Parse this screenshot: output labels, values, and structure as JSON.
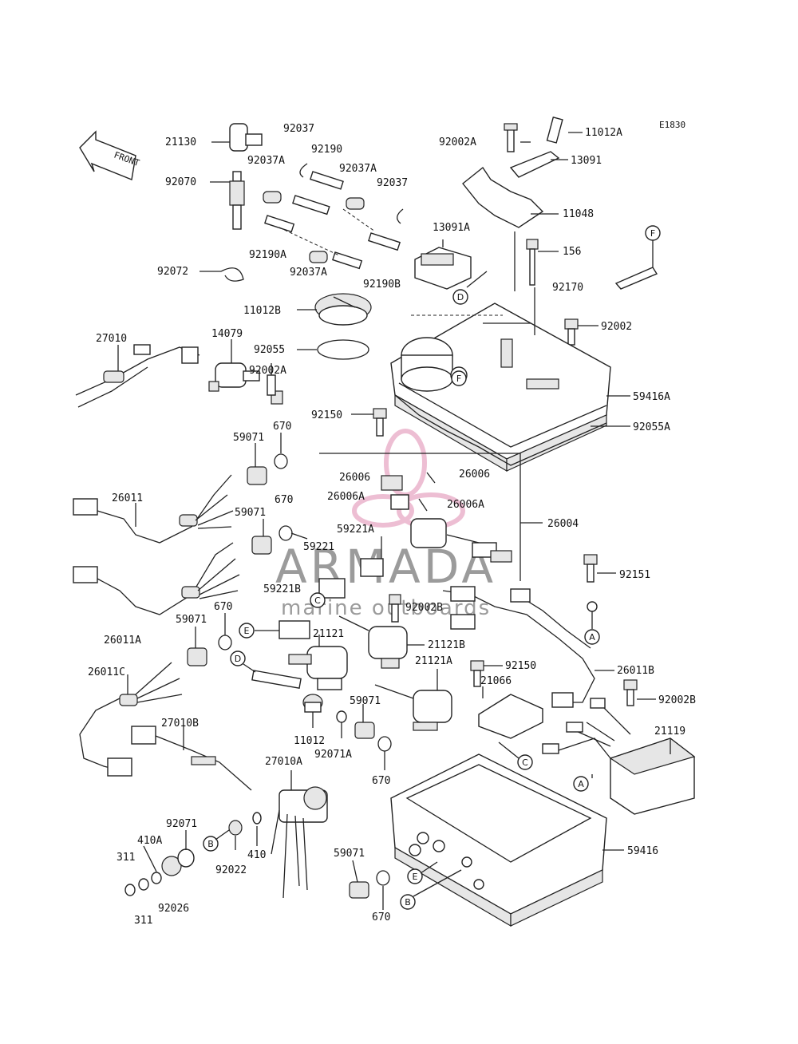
{
  "diagram_code": "E1830",
  "front_label": "FRONT",
  "watermark": {
    "brand": "ARMADA",
    "tagline": "marine outboards",
    "logo_color": "#e08ab0"
  },
  "part_labels": [
    "21130",
    "92037",
    "92037A",
    "92190",
    "92037A",
    "92037",
    "92070",
    "92190A",
    "92037A",
    "92190B",
    "92072",
    "13091A",
    "92002A",
    "11012A",
    "13091",
    "11048",
    "156",
    "92170",
    "92002",
    "E1830",
    "11012B",
    "92055",
    "27010",
    "14079",
    "92002A",
    "59416A",
    "92055A",
    "92150",
    "59071",
    "670",
    "26006",
    "26006",
    "26006A",
    "26006A",
    "26011",
    "670",
    "59071",
    "59221A",
    "26004",
    "59221",
    "59221B",
    "92002B",
    "92151",
    "670",
    "59071",
    "26011A",
    "21121",
    "21121B",
    "21121A",
    "26011C",
    "92150",
    "26011B",
    "21066",
    "92002B",
    "11012",
    "59071",
    "27010B",
    "92071A",
    "21119",
    "27010A",
    "670",
    "92071",
    "410A",
    "311",
    "92022",
    "410",
    "59071",
    "59416",
    "92026",
    "311",
    "670"
  ],
  "callouts": [
    "D",
    "F",
    "F",
    "A",
    "C",
    "E",
    "D",
    "C",
    "A",
    "B",
    "E",
    "B"
  ]
}
